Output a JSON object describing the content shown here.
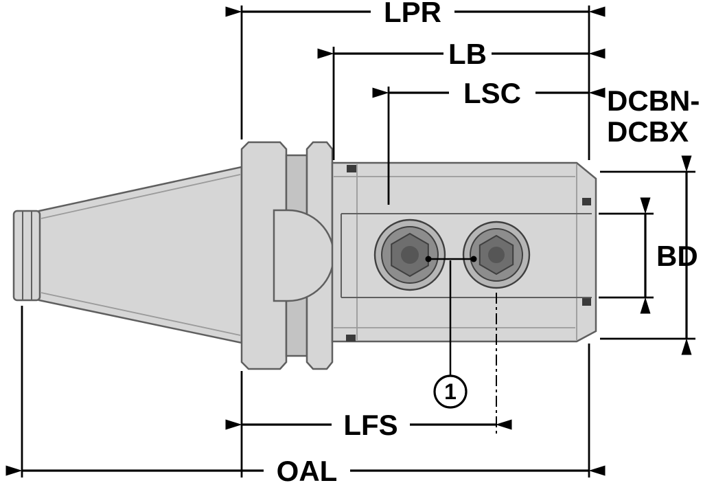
{
  "colors": {
    "background": "#ffffff",
    "ink": "#000000",
    "body_fill": "#d6d6d6",
    "body_shade": "#c3c3c3",
    "part_stroke": "#5f5f5f",
    "detail_line": "#9a9a9a",
    "detail_dark": "#3a3a3a",
    "screw_outer": "#b6b6b6",
    "screw_mid": "#8d8d8d",
    "screw_hex": "#6e6e6e",
    "screw_core": "#565656",
    "screw_edge": "#3f3f3f"
  },
  "dimensions": {
    "lpr": {
      "label": "LPR"
    },
    "lb": {
      "label": "LB"
    },
    "lsc": {
      "label": "LSC"
    },
    "dcbn_dcbx": {
      "label_line1": "DCBN-",
      "label_line2": "DCBX"
    },
    "bd": {
      "label": "BD"
    },
    "lfs": {
      "label": "LFS"
    },
    "oal": {
      "label": "OAL"
    }
  },
  "callouts": {
    "item1": {
      "label": "1"
    }
  }
}
